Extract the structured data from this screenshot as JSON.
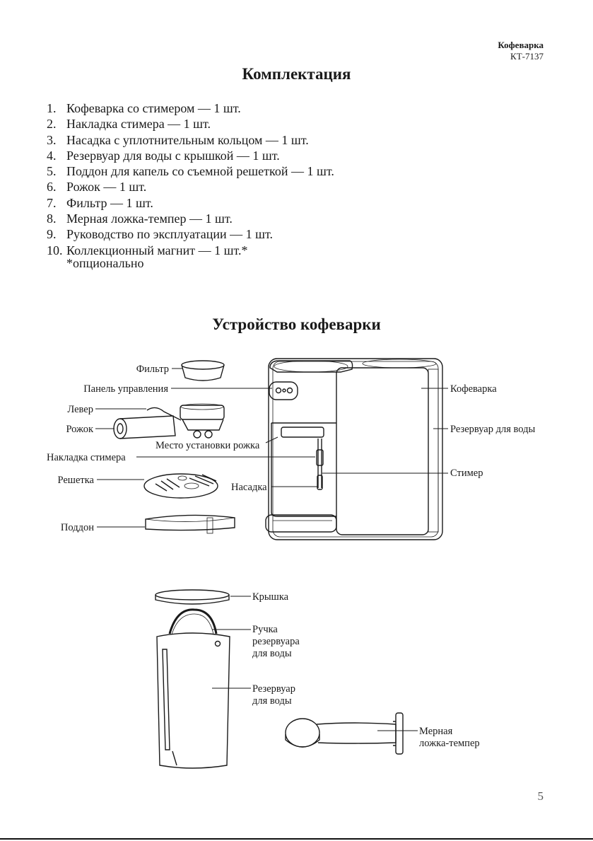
{
  "header": {
    "brand": "Кофеварка",
    "model": "КТ-7137"
  },
  "contents": {
    "title": "Комплектация",
    "items": [
      {
        "num": "1.",
        "text": "Кофеварка со стимером — 1 шт."
      },
      {
        "num": "2.",
        "text": "Накладка стимера — 1 шт."
      },
      {
        "num": "3.",
        "text": "Насадка с уплотнительным кольцом — 1 шт."
      },
      {
        "num": "4.",
        "text": "Резервуар для воды с крышкой — 1 шт."
      },
      {
        "num": "5.",
        "text": "Поддон для капель со съемной решеткой — 1 шт."
      },
      {
        "num": "6.",
        "text": "Рожок — 1 шт."
      },
      {
        "num": "7.",
        "text": "Фильтр — 1 шт."
      },
      {
        "num": "8.",
        "text": "Мерная ложка-темпер — 1 шт."
      },
      {
        "num": "9.",
        "text": "Руководство по эксплуатации — 1 шт."
      },
      {
        "num": "10.",
        "text": "Коллекционный магнит — 1 шт.*"
      }
    ],
    "note": "*опционально"
  },
  "device": {
    "title": "Устройство кофеварки",
    "labels": {
      "filter": "Фильтр",
      "control_panel": "Панель управления",
      "lever": "Левер",
      "holder": "Рожок",
      "holder_place": "Место установки рожка",
      "steamer_cover": "Накладка стимера",
      "grid": "Решетка",
      "nozzle": "Насадка",
      "tray": "Поддон",
      "coffee_maker": "Кофеварка",
      "water_tank": "Резервуар для воды",
      "steamer": "Стимер",
      "lid": "Крышка",
      "handle_1": "Ручка",
      "handle_2": "резервуара",
      "handle_3": "для воды",
      "tank_1": "Резервуар",
      "tank_2": "для воды",
      "tamper_1": "Мерная",
      "tamper_2": "ложка-темпер"
    }
  },
  "page_number": "5"
}
